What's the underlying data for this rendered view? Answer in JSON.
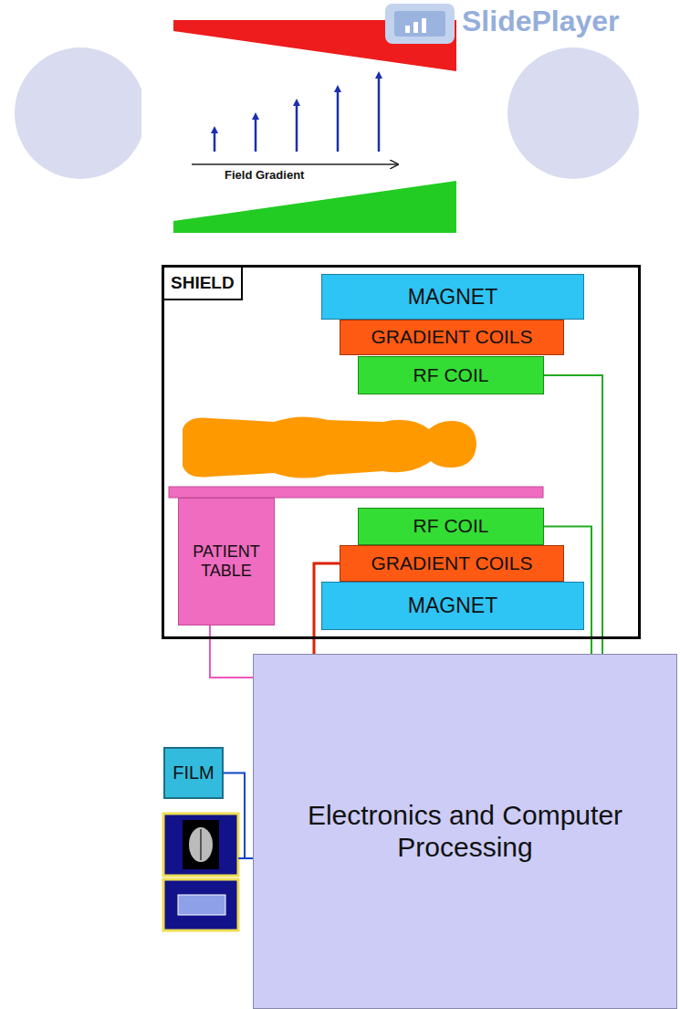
{
  "diagram": {
    "nodes": [
      {
        "text": [
          "SHIELD"
        ]
      },
      {
        "text": [
          "MAGNET"
        ],
        "in": 0
      },
      {
        "text": [
          "GRADIENT COILS"
        ],
        "in": 0
      },
      {
        "text": [
          "RF COIL"
        ],
        "in": 0
      },
      {
        "text": [
          "PATIENT TABLE"
        ],
        "in": 0
      },
      {
        "text": [
          "RF COIL"
        ],
        "in": 0
      },
      {
        "text": [
          "GRADIENT COILS"
        ],
        "in": 0
      },
      {
        "text": [
          "MAGNET"
        ],
        "in": 0
      },
      {
        "text": [
          "Electronics and Computer Processing"
        ]
      },
      {
        "text": [
          "FILM"
        ]
      }
    ],
    "edges": [
      {
        "from": 3,
        "to": 8,
        "arrow": "none"
      },
      {
        "from": 5,
        "to": 8,
        "arrow": "none"
      },
      {
        "from": 6,
        "to": 8,
        "arrow": "none"
      },
      {
        "from": 4,
        "to": 8,
        "arrow": "none"
      },
      {
        "from": 9,
        "to": 8,
        "arrow": "none"
      }
    ],
    "labels": [
      "SlidePlayer",
      "Field Gradient"
    ]
  }
}
